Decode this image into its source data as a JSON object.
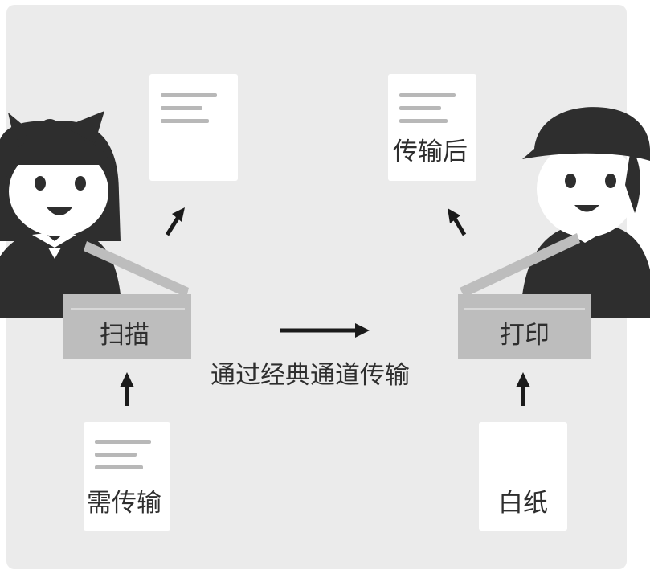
{
  "nodes": {
    "scanner": {
      "label": "扫描"
    },
    "printer": {
      "label": "打印"
    },
    "source_doc": {
      "label": "需传输"
    },
    "blank_paper": {
      "label": "白纸"
    },
    "received_doc": {
      "label": "传输后"
    }
  },
  "channel": {
    "label": "通过经典通道传输"
  },
  "colors": {
    "panel": "#ebebeb",
    "paper": "#ffffff",
    "text_line": "#b8b8b8",
    "machine": "#bdbdbd",
    "figure_dark": "#2e2e2e",
    "skin": "#ffffff"
  }
}
